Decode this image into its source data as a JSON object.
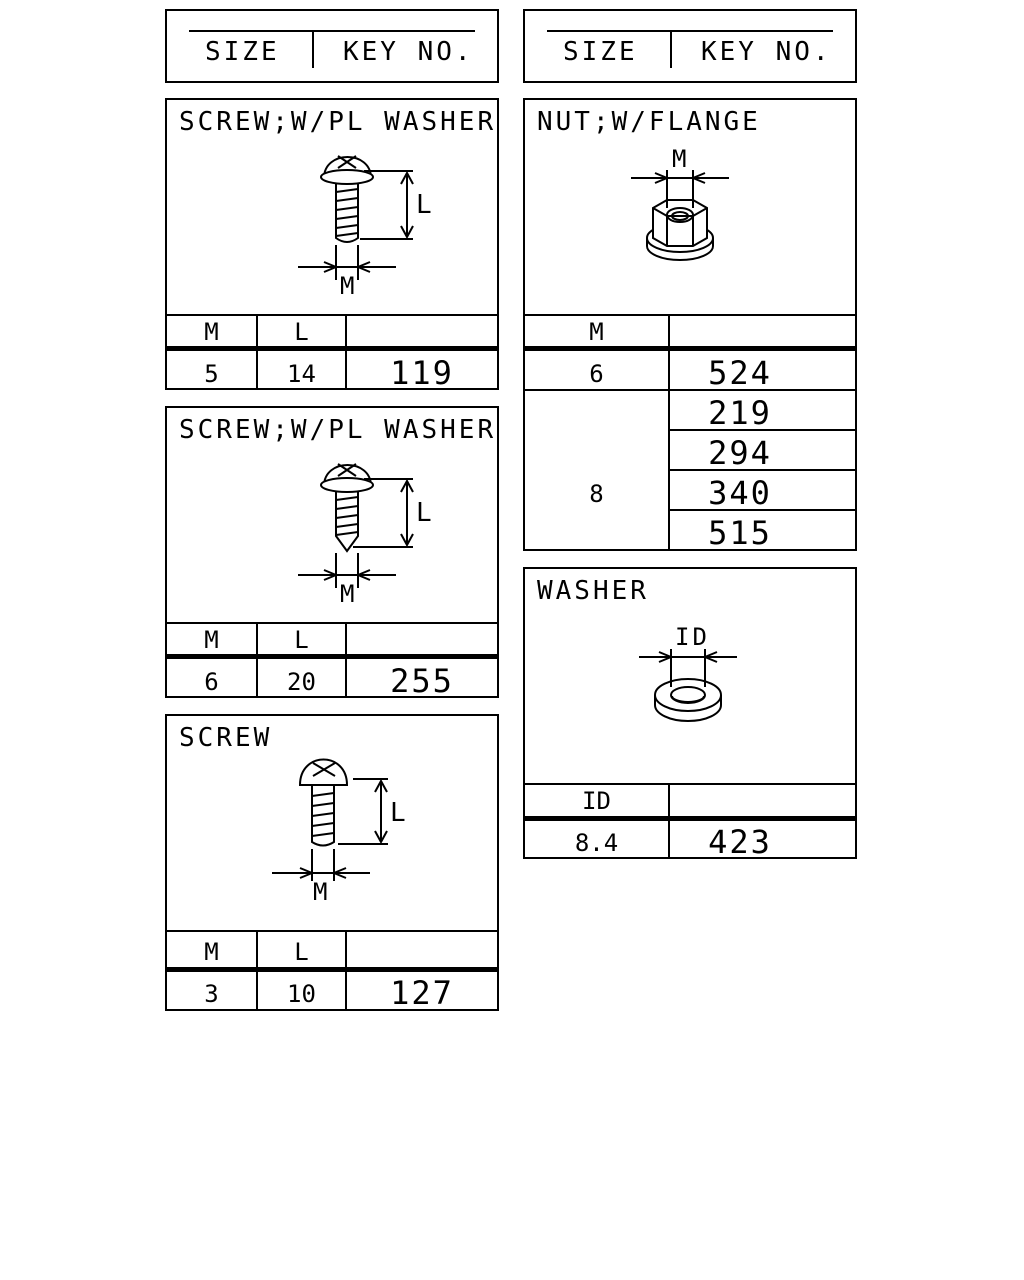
{
  "header": {
    "size_label": "SIZE",
    "key_label": "KEY NO."
  },
  "parts": {
    "screw_washer_1": {
      "title": "SCREW;W/PL WASHER",
      "dim_l": "L",
      "dim_m": "M",
      "columns": [
        "M",
        "L",
        ""
      ],
      "rows": [
        [
          "5",
          "14",
          "119"
        ]
      ]
    },
    "screw_washer_2": {
      "title": "SCREW;W/PL WASHER",
      "dim_l": "L",
      "dim_m": "M",
      "columns": [
        "M",
        "L",
        ""
      ],
      "rows": [
        [
          "6",
          "20",
          "255"
        ]
      ]
    },
    "screw": {
      "title": "SCREW",
      "dim_l": "L",
      "dim_m": "M",
      "columns": [
        "M",
        "L",
        ""
      ],
      "rows": [
        [
          "3",
          "10",
          "127"
        ]
      ]
    },
    "nut_flange": {
      "title": "NUT;W/FLANGE",
      "dim_m": "M",
      "columns": [
        "M",
        ""
      ],
      "rows": [
        {
          "m": "6",
          "keys": [
            "524"
          ]
        },
        {
          "m": "8",
          "keys": [
            "219",
            "294",
            "340",
            "515"
          ]
        }
      ]
    },
    "washer": {
      "title": "WASHER",
      "dim_id": "ID",
      "columns": [
        "ID",
        ""
      ],
      "rows": [
        [
          "8.4",
          "423"
        ]
      ]
    }
  }
}
